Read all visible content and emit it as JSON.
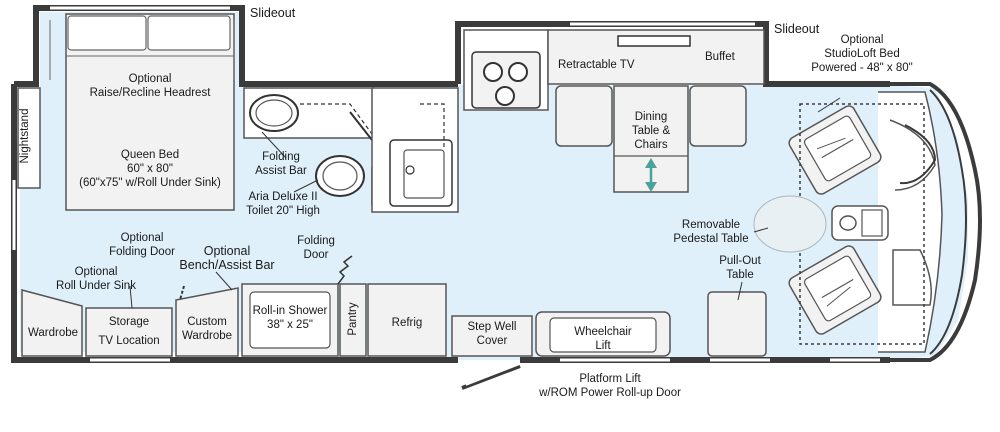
{
  "labels": {
    "slideout_left": "Slideout",
    "slideout_right": "Slideout",
    "optional_headrest": [
      "Optional",
      "Raise/Recline Headrest"
    ],
    "nightstand": "Nightstand",
    "queen_bed": [
      "Queen Bed",
      "60\" x 80\"",
      "(60\"x75\" w/Roll Under Sink)"
    ],
    "folding_assist_bar": [
      "Folding",
      "Assist Bar"
    ],
    "toilet": [
      "Aria Deluxe II",
      "Toilet 20\" High"
    ],
    "retractable_tv": "Retractable TV",
    "buffet": "Buffet",
    "dining": [
      "Dining",
      "Table &",
      "Chairs"
    ],
    "studioloft": [
      "Optional",
      "StudioLoft Bed",
      "Powered - 48\" x 80\""
    ],
    "pedestal_table": [
      "Removable",
      "Pedestal Table"
    ],
    "pullout_table": [
      "Pull-Out",
      "Table"
    ],
    "optional_folding_door": [
      "Optional",
      "Folding Door"
    ],
    "optional_bench": [
      "Optional",
      "Bench/Assist Bar"
    ],
    "folding_door": [
      "Folding",
      "Door"
    ],
    "optional_roll_under_sink": [
      "Optional",
      "Roll Under Sink"
    ],
    "wardrobe": "Wardrobe",
    "storage": "Storage",
    "tv_location": "TV Location",
    "custom_wardrobe": [
      "Custom",
      "Wardrobe"
    ],
    "shower": [
      "Roll-in Shower",
      "38\" x 25\""
    ],
    "pantry": "Pantry",
    "refrig": "Refrig",
    "step_well": [
      "Step Well",
      "Cover"
    ],
    "wheelchair_lift": [
      "Wheelchair",
      "Lift"
    ],
    "platform_lift": [
      "Platform Lift",
      "w/ROM Power Roll-up Door"
    ]
  },
  "colors": {
    "floor": "#dff0fb",
    "wall": "#3b3b3b",
    "fixture_fill": "#f2f2f2",
    "fixture_stroke": "#555555"
  }
}
